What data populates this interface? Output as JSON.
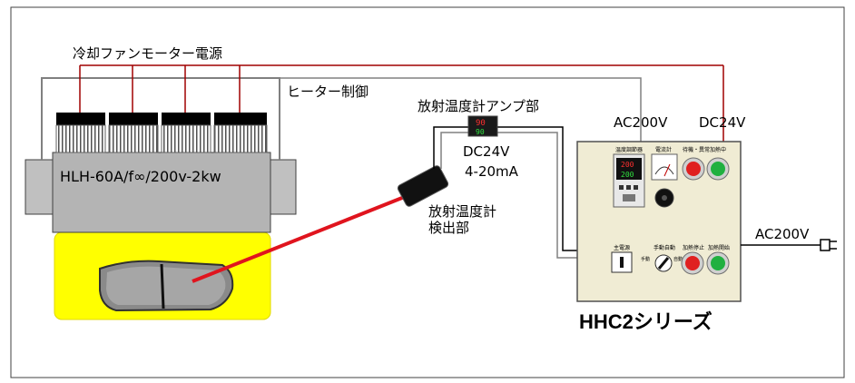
{
  "labels": {
    "fan_power": "冷却ファンモーター電源",
    "heater_control": "ヒーター制御",
    "heater_model": "HLH-60A/f∞/200v-2kw",
    "amp_unit": "放射温度計アンプ部",
    "amp_dc": "DC24V",
    "amp_signal": "4-20mA",
    "sensor_line1": "放射温度計",
    "sensor_line2": "検出部",
    "panel_ac": "AC200V",
    "panel_dc": "DC24V",
    "main_ac": "AC200V",
    "series_name": "HHC2シリーズ"
  },
  "display": {
    "pv": "90",
    "sv": "90"
  },
  "panel": {
    "controller_label": "温度調節器",
    "controller_pv": "200",
    "controller_sv": "200",
    "ammeter_label": "電流計",
    "btn_ready_label": "待機・異常",
    "btn_heating_label": "加熱中",
    "main_power_label": "主電源",
    "selector_label": "手動自動",
    "btn_stop_label": "加熱停止",
    "btn_start_label": "加熱開始",
    "manual_text": "手動",
    "auto_text": "自動"
  },
  "colors": {
    "power_line": "#a00000",
    "signal_line": "#808080",
    "laser": "#e0141e",
    "pad_area": "#ffff00",
    "heater_body": "#b4b4b4",
    "panel": "#f0ecd4",
    "lamp_red": "#e02020",
    "lamp_green": "#20b040"
  }
}
